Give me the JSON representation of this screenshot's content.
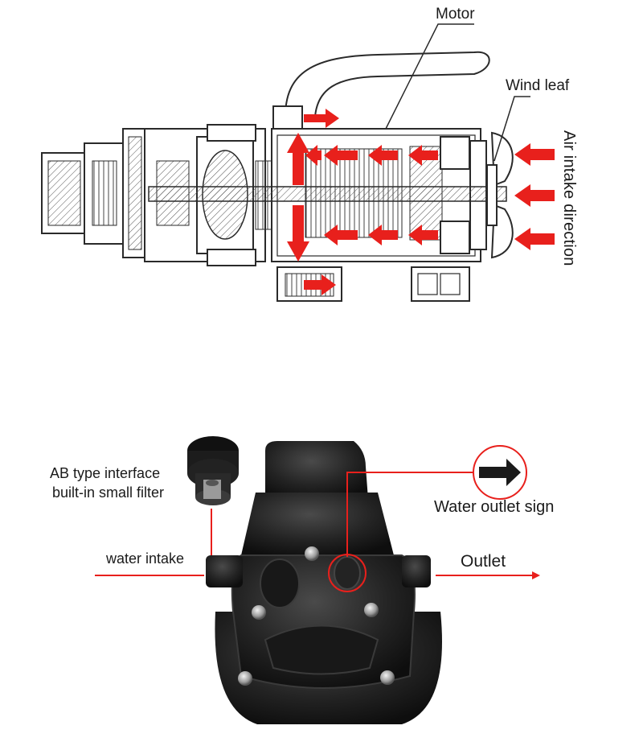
{
  "top_diagram": {
    "labels": {
      "motor": "Motor",
      "wind_leaf": "Wind leaf",
      "air_intake": "Air intake direction"
    }
  },
  "bottom_photo": {
    "labels": {
      "ab_interface_line1": "AB type interface",
      "ab_interface_line2": "built-in small filter",
      "water_outlet_sign": "Water outlet sign",
      "water_intake": "water intake",
      "outlet": "Outlet"
    }
  },
  "colors": {
    "airflow_arrow": "#e8201c",
    "callout_line": "#e8201c",
    "line_art": "#2a2a2a",
    "pump_body": "#1c1c1c"
  }
}
